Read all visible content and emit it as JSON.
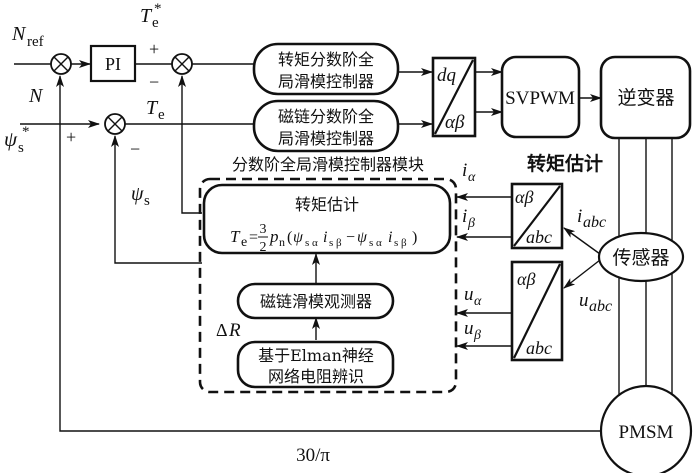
{
  "title": "分数阶全局滑模控制器模块 PMSM control block diagram",
  "inputs": {
    "speed_ref": {
      "symbol": "N",
      "sub": "ref"
    },
    "speed_fb": {
      "symbol": "N"
    },
    "torque_ref": {
      "symbol": "T",
      "sub": "e",
      "sup": "*"
    },
    "torque_fb": {
      "symbol": "T",
      "sub": "e"
    },
    "flux_ref": {
      "symbol": "ψ",
      "sub": "s",
      "sup": "*"
    },
    "flux_fb": {
      "symbol": "ψ",
      "sub": "s"
    }
  },
  "signs": {
    "plus": "+",
    "minus": "−"
  },
  "blocks": {
    "pi": "PI",
    "torque_ctrl": {
      "line1": "转矩分数阶全",
      "line2": "局滑模控制器"
    },
    "flux_ctrl": {
      "line1": "磁链分数阶全",
      "line2": "局滑模控制器"
    },
    "dq_ab": {
      "top": "dq",
      "bottom": "αβ"
    },
    "svpwm": "SVPWM",
    "inverter": "逆变器",
    "sensor": "传感器",
    "pmsm": "PMSM",
    "ab_abc_current": {
      "top": "αβ",
      "bottom": "abc"
    },
    "ab_abc_voltage": {
      "top": "αβ",
      "bottom": "abc"
    }
  },
  "module": {
    "title": "分数阶全局滑模控制器模块",
    "torque_est": {
      "title": "转矩估计",
      "formula": {
        "lhs": "T",
        "lhs_sub": "e",
        "eq": "=",
        "num": "3",
        "den": "2",
        "p": "p",
        "p_sub": "n",
        "open": "(",
        "psi1": "ψ",
        "psi1_sub": "s α",
        "i1": "i",
        "i1_sub": "s β",
        "minus": "−",
        "psi2": "ψ",
        "psi2_sub": "s α",
        "i2": "i",
        "i2_sub": "s β",
        "close": ")"
      }
    },
    "flux_observer": "磁链滑模观测器",
    "elman": {
      "line1": "基于Elman神经",
      "line2": "网络电阻辨识"
    },
    "delta_r": {
      "delta": "Δ",
      "symbol": "R"
    }
  },
  "signals": {
    "i_alpha": {
      "symbol": "i",
      "sub": "α"
    },
    "i_beta": {
      "symbol": "i",
      "sub": "β"
    },
    "u_alpha": {
      "symbol": "u",
      "sub": "α"
    },
    "u_beta": {
      "symbol": "u",
      "sub": "β"
    },
    "i_abc": {
      "symbol": "i",
      "sub": "abc"
    },
    "u_abc": {
      "symbol": "u",
      "sub": "abc"
    }
  },
  "labels": {
    "torque_estimation": "转矩估计",
    "gain": "30/π"
  }
}
